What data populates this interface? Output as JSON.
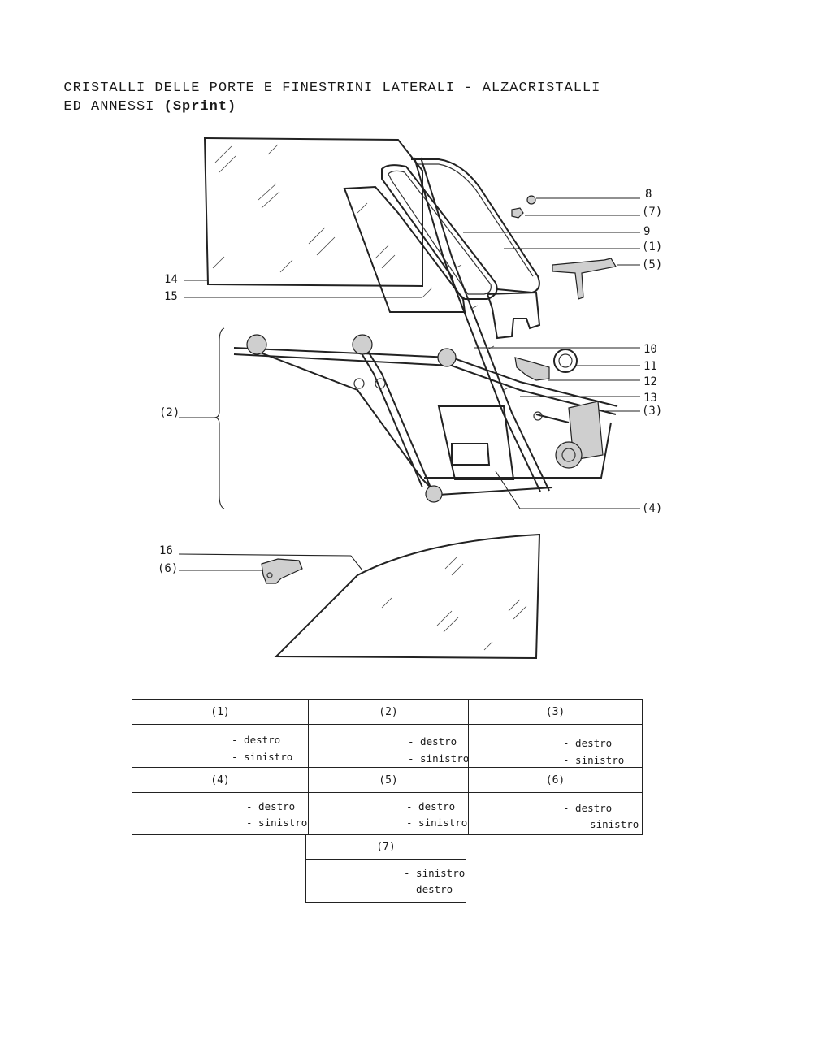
{
  "title": {
    "line1": "CRISTALLI DELLE PORTE E FINESTRINI LATERALI - ALZACRISTALLI",
    "line2_prefix": "ED ANNESSI ",
    "line2_bold": "(Sprint)"
  },
  "callouts": {
    "c8": "8",
    "c7": "(7)",
    "c9": "9",
    "c1": "(1)",
    "c5": "(5)",
    "c14": "14",
    "c15": "15",
    "c10": "10",
    "c11": "11",
    "c12": "12",
    "c13": "13",
    "c3": "(3)",
    "c2": "(2)",
    "c4": "(4)",
    "c16": "16",
    "c6": "(6)"
  },
  "table": [
    {
      "header": "(1)",
      "options": [
        "- destro",
        "- sinistro"
      ]
    },
    {
      "header": "(2)",
      "options": [
        "- destro",
        "- sinistro"
      ]
    },
    {
      "header": "(3)",
      "options": [
        "- destro",
        "- sinistro"
      ]
    },
    {
      "header": "(4)",
      "options": [
        "- destro",
        "- sinistro"
      ]
    },
    {
      "header": "(5)",
      "options": [
        "- destro",
        "- sinistro"
      ]
    },
    {
      "header": "(6)",
      "options": [
        "- destro",
        "- sinistro"
      ]
    },
    {
      "header": "(7)",
      "options": [
        "- sinistro",
        "- destro"
      ]
    }
  ]
}
